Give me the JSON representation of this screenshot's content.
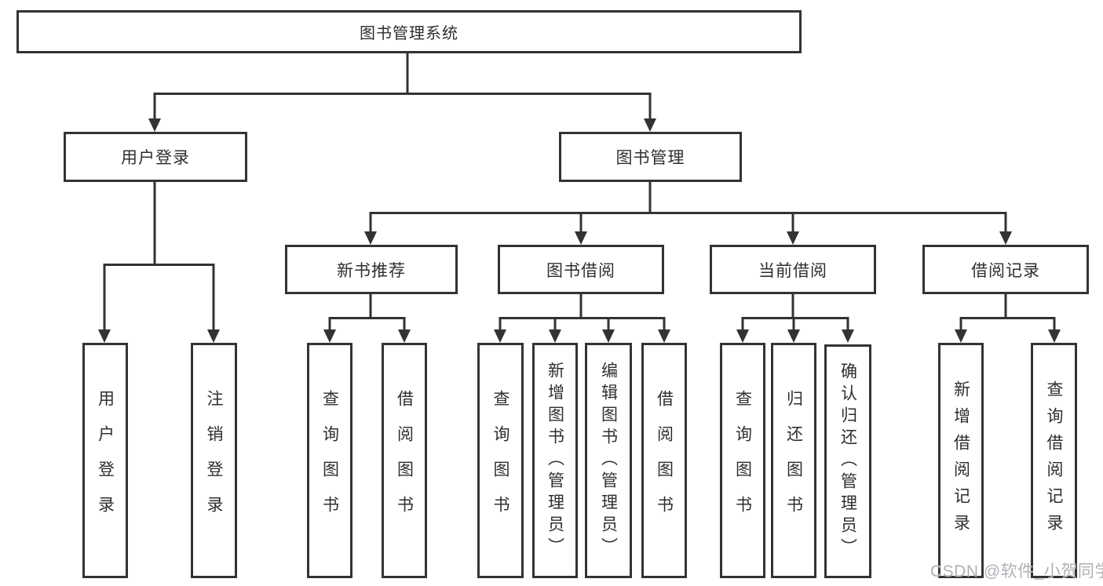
{
  "diagram": {
    "title": "图书管理系统",
    "level2": [
      {
        "label": "用户登录"
      },
      {
        "label": "图书管理"
      }
    ],
    "level3": [
      {
        "label": "新书推荐"
      },
      {
        "label": "图书借阅"
      },
      {
        "label": "当前借阅"
      },
      {
        "label": "借阅记录"
      }
    ],
    "leaves": {
      "login_group": [
        "用户登录",
        "注销登录"
      ],
      "new_book_group": [
        "查询图书",
        "借阅图书"
      ],
      "borrow_group": [
        "查询图书",
        "新增图书（管理员）",
        "编辑图书（管理员）",
        "借阅图书"
      ],
      "current_group": [
        "查询图书",
        "归还图书",
        "确认归还（管理员）"
      ],
      "records_group": [
        "新增借阅记录",
        "查询借阅记录"
      ]
    }
  },
  "watermark": {
    "text": "CSDN @软件_小贺同学"
  },
  "colors": {
    "line": "#333333",
    "box_border": "#333333",
    "text": "#2f2f2f",
    "watermark": "#aeb2b6",
    "background": "#ffffff"
  }
}
